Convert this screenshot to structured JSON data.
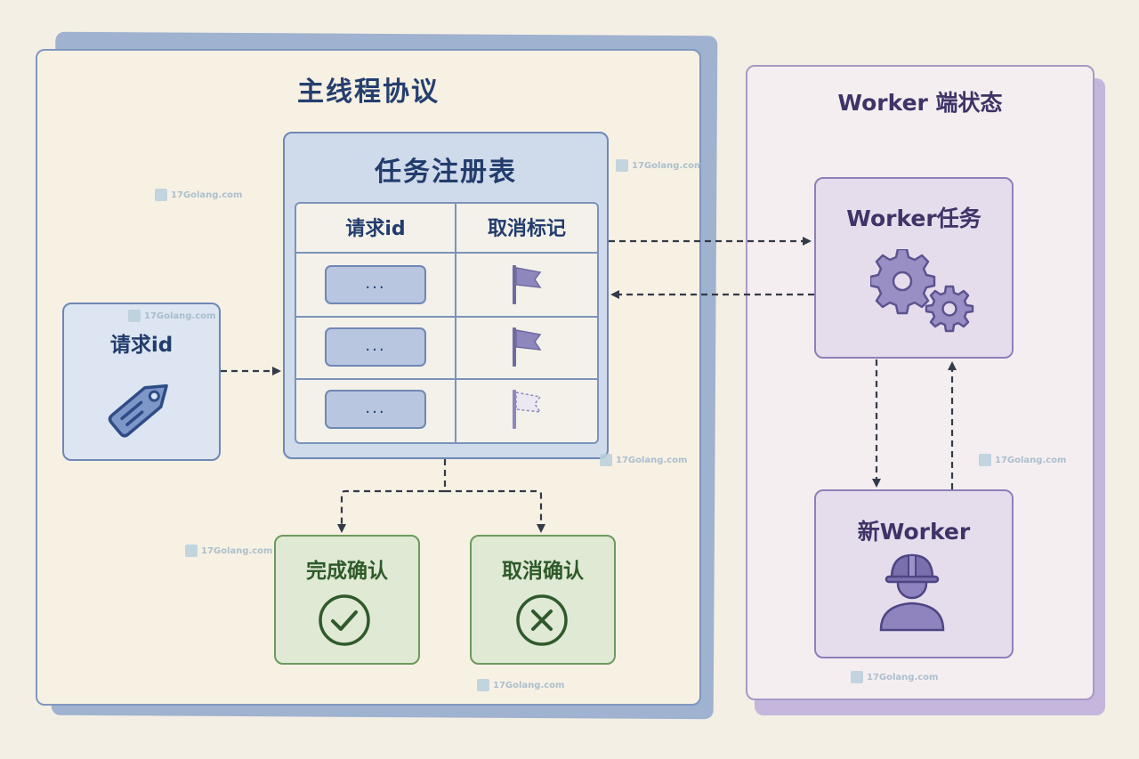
{
  "main_panel": {
    "title": "主线程协议"
  },
  "worker_panel": {
    "title": "Worker 端状态"
  },
  "registry": {
    "title": "任务注册表",
    "columns": [
      "请求id",
      "取消标记"
    ],
    "rows": [
      {
        "id": "...",
        "flag": "filled"
      },
      {
        "id": "...",
        "flag": "filled"
      },
      {
        "id": "...",
        "flag": "dashed"
      }
    ]
  },
  "request_card": {
    "label": "请求id",
    "icon": "tag-icon"
  },
  "complete_card": {
    "label": "完成确认",
    "icon": "check-circle-icon"
  },
  "cancel_card": {
    "label": "取消确认",
    "icon": "x-circle-icon"
  },
  "worker_task": {
    "label": "Worker任务",
    "icon": "gears-icon"
  },
  "new_worker": {
    "label": "新Worker",
    "icon": "worker-helmet-icon"
  },
  "watermark": {
    "text": "17Golang.com"
  },
  "colors": {
    "main_accent": "#6f88b5",
    "worker_accent": "#8e7fbd",
    "confirm_accent": "#6c9a5c",
    "background": "#f4efe4"
  }
}
